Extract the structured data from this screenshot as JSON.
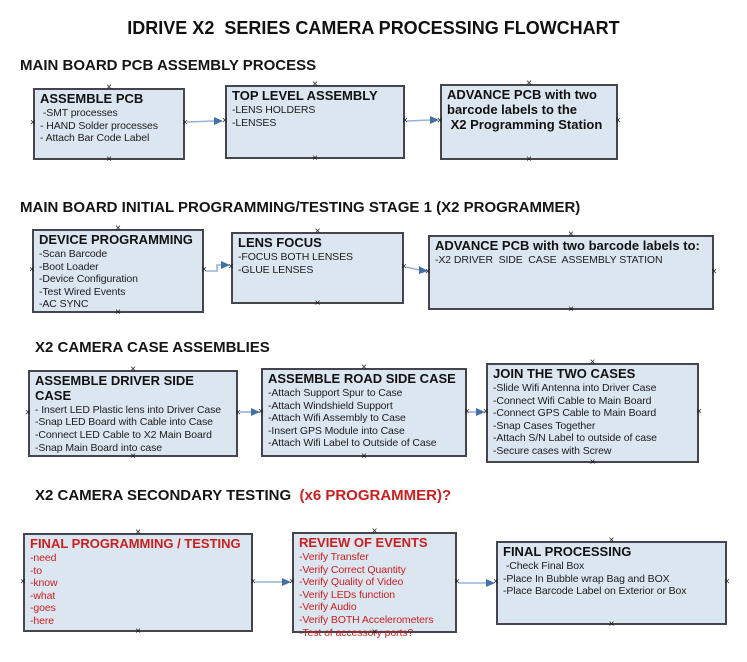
{
  "title": "IDRIVE X2  SERIES CAMERA PROCESSING FLOWCHART",
  "sections": [
    {
      "heading": "MAIN BOARD PCB ASSEMBLY PROCESS",
      "heading_red": ""
    },
    {
      "heading": "MAIN BOARD INITIAL PROGRAMMING/TESTING STAGE 1 (X2 PROGRAMMER)",
      "heading_red": ""
    },
    {
      "heading": "X2 CAMERA CASE ASSEMBLIES",
      "heading_red": ""
    },
    {
      "heading": "X2 CAMERA SECONDARY TESTING",
      "heading_red": "  (x6 PROGRAMMER)?"
    }
  ],
  "boxes": [
    {
      "name": "assemble-pcb",
      "title": "ASSEMBLE PCB",
      "items": [
        " -SMT processes",
        "- HAND Solder processes",
        "- Attach Bar Code Label"
      ],
      "red": false
    },
    {
      "name": "top-level-assembly",
      "title": "TOP LEVEL ASSEMBLY",
      "items": [
        "-LENS HOLDERS",
        "-LENSES"
      ],
      "red": false
    },
    {
      "name": "advance-pcb-programming-station",
      "title": "ADVANCE PCB with two\nbarcode labels to the\n X2 Programming Station",
      "items": [],
      "red": false
    },
    {
      "name": "device-programming",
      "title": "DEVICE PROGRAMMING",
      "items": [
        "-Scan Barcode",
        "-Boot Loader",
        "-Device Configuration",
        "-Test Wired Events",
        "-AC SYNC"
      ],
      "red": false
    },
    {
      "name": "lens-focus",
      "title": "LENS FOCUS",
      "items": [
        "-FOCUS BOTH LENSES",
        "-GLUE LENSES"
      ],
      "red": false
    },
    {
      "name": "advance-pcb-driver-side",
      "title": "ADVANCE PCB with two barcode labels to:",
      "items": [
        "-X2 DRIVER  SIDE  CASE  ASSEMBLY STATION"
      ],
      "red": false
    },
    {
      "name": "assemble-driver-side-case",
      "title": "ASSEMBLE DRIVER SIDE CASE",
      "items": [
        "- Insert LED Plastic lens into Driver Case",
        "-Snap LED Board with Cable into Case",
        "-Connect LED Cable to X2 Main Board",
        "-Snap Main Board into case"
      ],
      "red": false
    },
    {
      "name": "assemble-road-side-case",
      "title": "ASSEMBLE ROAD SIDE CASE",
      "items": [
        "-Attach Support Spur to Case",
        "-Attach Windshield Support",
        "-Attach Wifi Assembly to Case",
        "-Insert GPS Module into Case",
        "-Attach Wifi Label to Outside of Case"
      ],
      "red": false
    },
    {
      "name": "join-the-two-cases",
      "title": "JOIN THE TWO CASES",
      "items": [
        "-Slide Wifi Antenna into Driver Case",
        "-Connect Wifi Cable to Main Board",
        "-Connect GPS Cable to Main Board",
        "-Snap Cases Together",
        "-Attach S/N Label to outside of case",
        "-Secure cases with Screw"
      ],
      "red": false
    },
    {
      "name": "final-programming-testing",
      "title": "FINAL PROGRAMMING / TESTING",
      "items": [
        "-need",
        "-to",
        "-know",
        "-what",
        "-goes",
        "-here"
      ],
      "red": true
    },
    {
      "name": "review-of-events",
      "title": "REVIEW OF EVENTS",
      "items": [
        "-Verify Transfer",
        "-Verify Correct Quantity",
        "-Verify Quality of Video",
        "-Verify LEDs function",
        "-Verify Audio",
        "-Verify BOTH Accelerometers",
        "-Test of accessory ports?"
      ],
      "red": true
    },
    {
      "name": "final-processing",
      "title": "FINAL PROCESSING",
      "items": [
        " -Check Final Box",
        "-Place In Bubble wrap Bag and BOX",
        "-Place Barcode Label on Exterior or Box"
      ],
      "red": false
    }
  ],
  "colors": {
    "box_fill": "#dce6f1",
    "box_border": "#45454e",
    "arrow_line": "#95b3d7",
    "arrow_head": "#4470a8",
    "red_text": "#cb1f1f",
    "black_text": "#111111"
  },
  "anchor_glyph": "×"
}
